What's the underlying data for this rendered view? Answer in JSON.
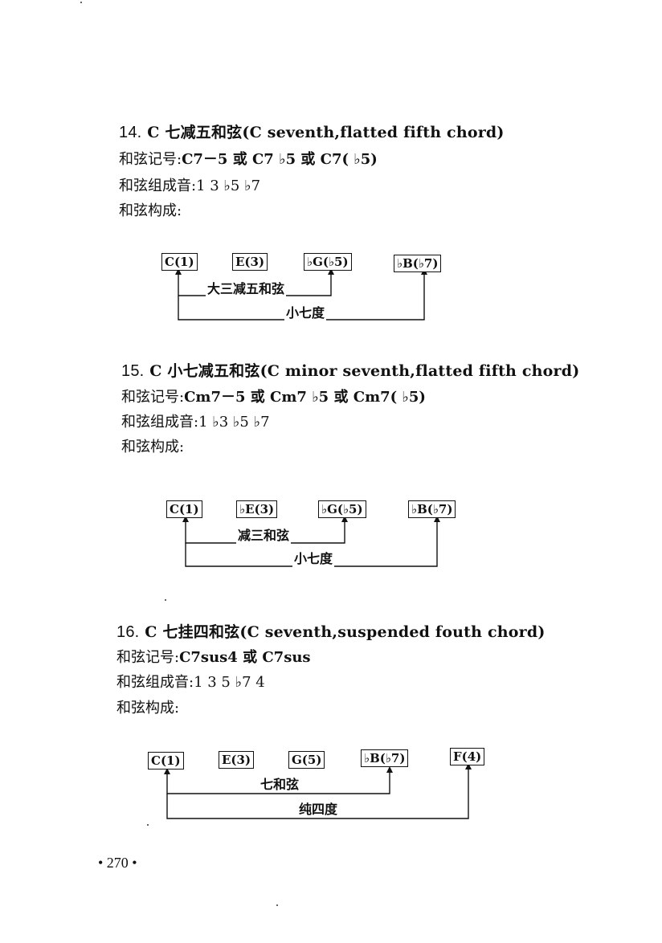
{
  "sections": [
    {
      "title_num": "14.",
      "title_text": "C 七减五和弦",
      "title_en": "(C seventh,flatted fifth chord)",
      "symbol_label": "和弦记号:",
      "symbol_value": "C7－5 或 C7 ♭5 或 C7( ♭5)",
      "tones_label": "和弦组成音:",
      "tones_value": "1 3 ♭5 ♭7",
      "structure_label": "和弦构成:",
      "notes": [
        "C(1)",
        "E(3)",
        "♭G(♭5)",
        "♭B(♭7)"
      ],
      "brackets": [
        "大三减五和弦",
        "小七度"
      ]
    },
    {
      "title_num": "15.",
      "title_text": "C 小七减五和弦",
      "title_en": "(C minor seventh,flatted fifth chord)",
      "symbol_label": "和弦记号:",
      "symbol_value": "Cm7－5 或 Cm7 ♭5 或 Cm7( ♭5)",
      "tones_label": "和弦组成音:",
      "tones_value": "1 ♭3 ♭5 ♭7",
      "structure_label": "和弦构成:",
      "notes": [
        "C(1)",
        "♭E(3)",
        "♭G(♭5)",
        "♭B(♭7)"
      ],
      "brackets": [
        "减三和弦",
        "小七度"
      ]
    },
    {
      "title_num": "16.",
      "title_text": "C 七挂四和弦",
      "title_en": "(C seventh,suspended fouth chord)",
      "symbol_label": "和弦记号:",
      "symbol_value": "C7sus4 或 C7sus",
      "tones_label": "和弦组成音:",
      "tones_value": "1 3 5 ♭7 4̇",
      "structure_label": "和弦构成:",
      "notes": [
        "C(1)",
        "E(3)",
        "G(5)",
        "♭B(♭7)",
        "F(4)"
      ],
      "brackets": [
        "七和弦",
        "纯四度"
      ]
    }
  ],
  "page_number": "• 270 •"
}
